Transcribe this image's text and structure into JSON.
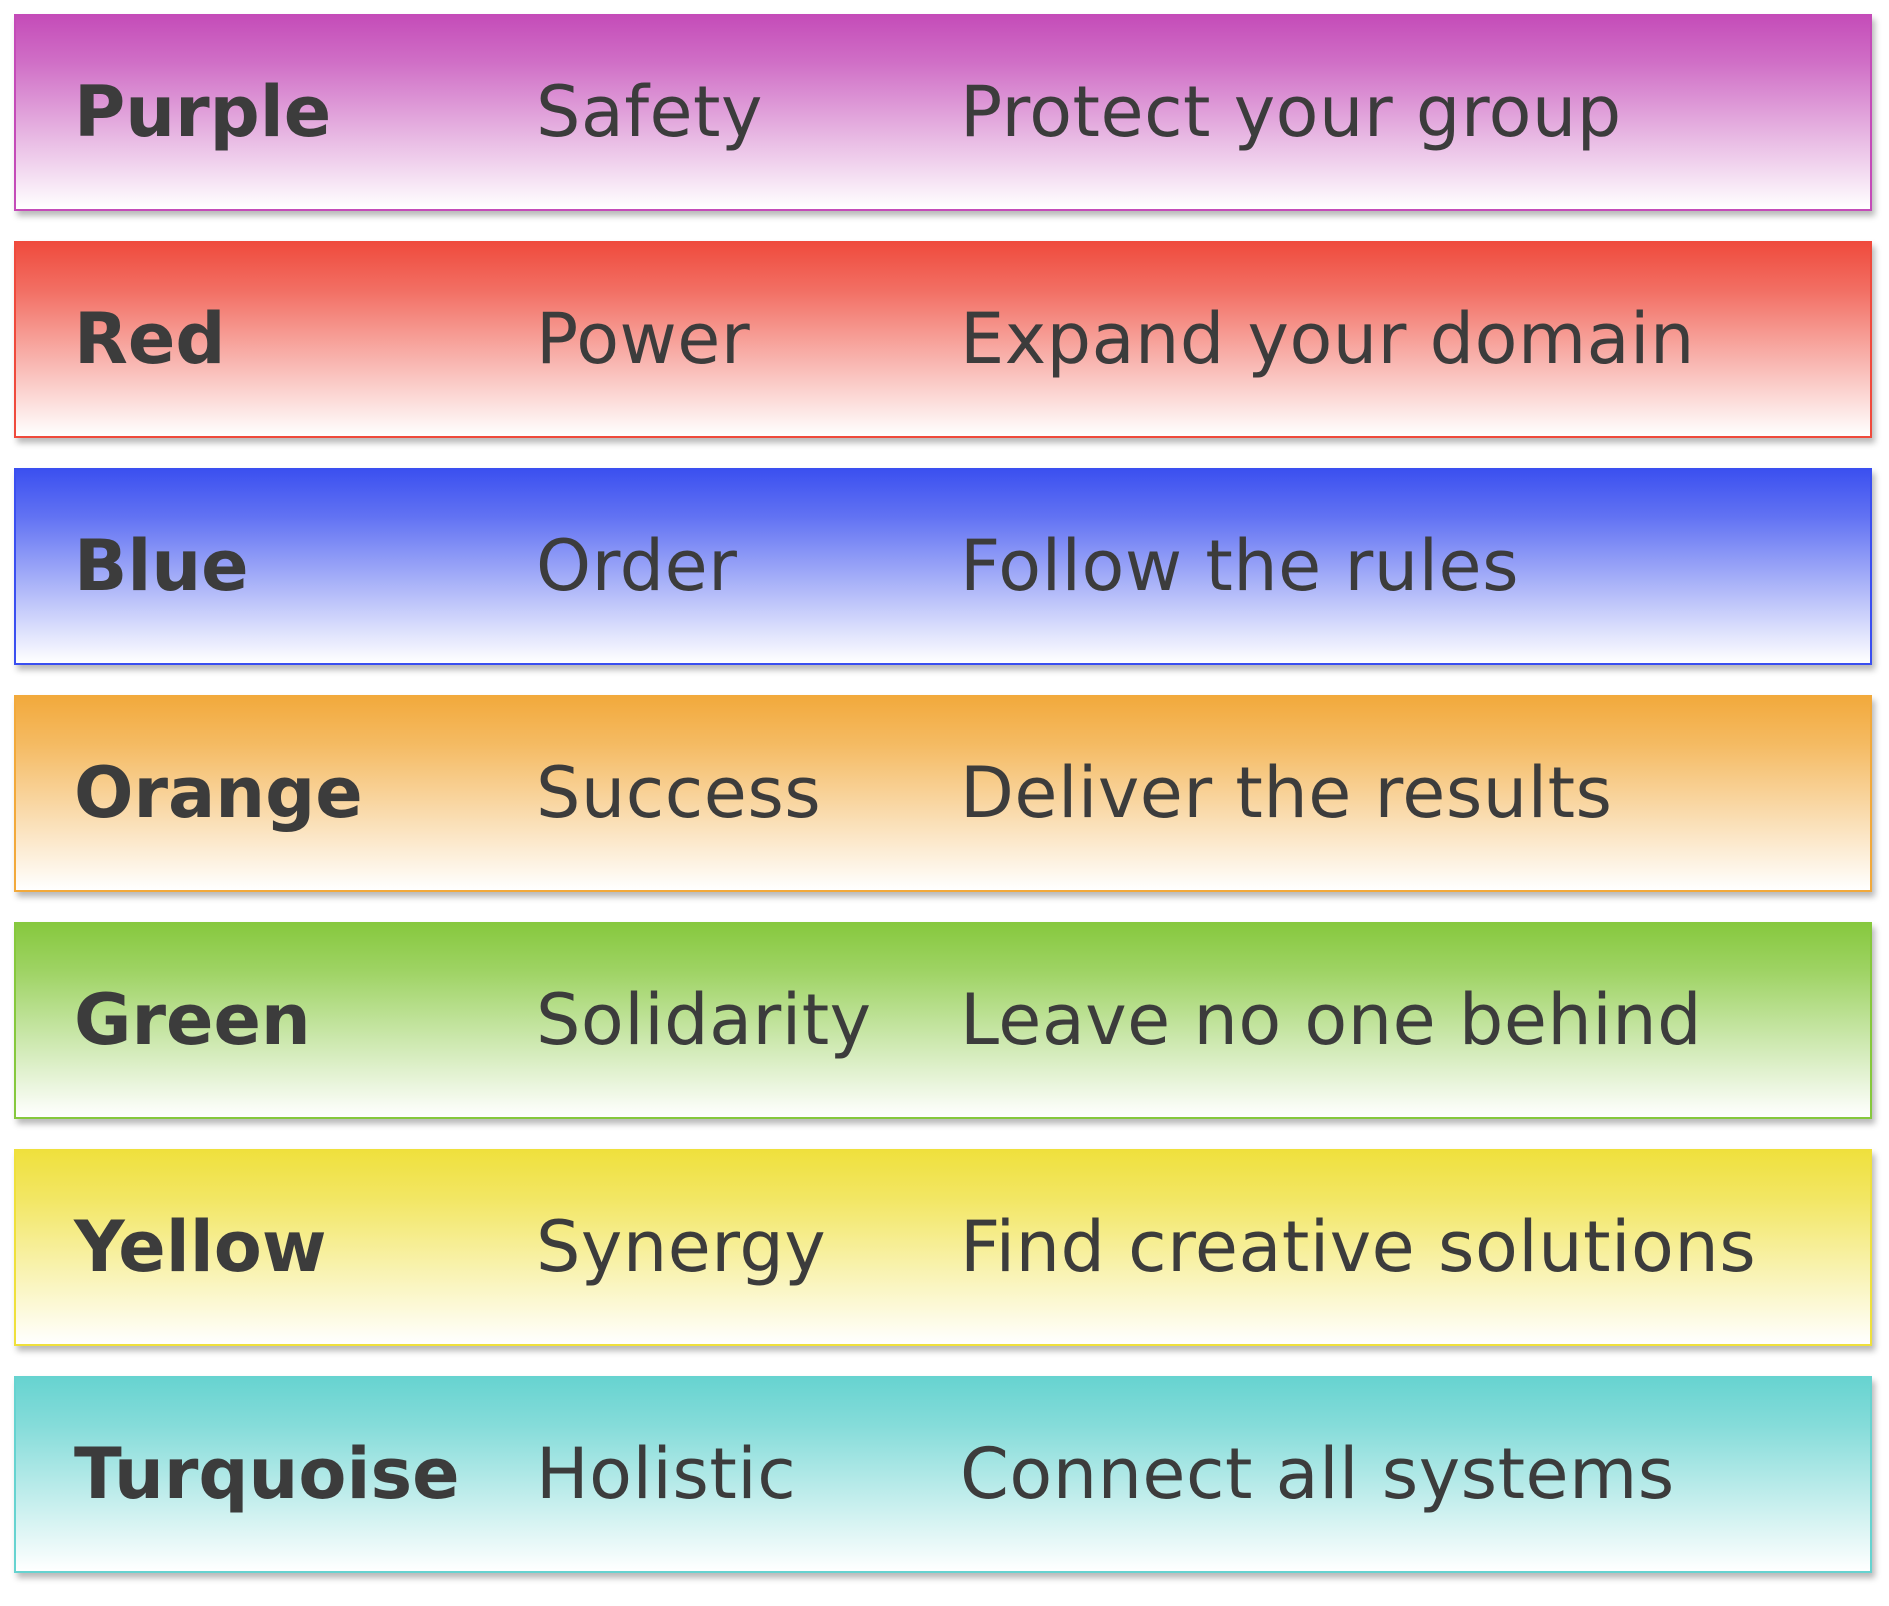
{
  "rows": [
    {
      "color": "Purple",
      "value": "Safety",
      "motto": "Protect your group",
      "hex": "#c44bb8"
    },
    {
      "color": "Red",
      "value": "Power",
      "motto": "Expand your domain",
      "hex": "#ef4a3c"
    },
    {
      "color": "Blue",
      "value": "Order",
      "motto": "Follow the rules",
      "hex": "#3a4ff0"
    },
    {
      "color": "Orange",
      "value": "Success",
      "motto": "Deliver the results",
      "hex": "#f2a93b"
    },
    {
      "color": "Green",
      "value": "Solidarity",
      "motto": "Leave no one behind",
      "hex": "#86c83d"
    },
    {
      "color": "Yellow",
      "value": "Synergy",
      "motto": "Find creative solutions",
      "hex": "#efe03c"
    },
    {
      "color": "Turquoise",
      "value": "Holistic",
      "motto": "Connect all systems",
      "hex": "#66d3d0"
    }
  ]
}
